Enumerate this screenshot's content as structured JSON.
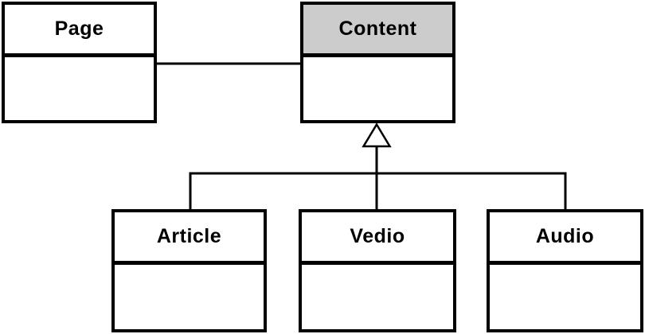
{
  "diagram": {
    "type": "uml-class-diagram",
    "classes": [
      {
        "id": "page",
        "label": "Page",
        "header_bg": "#ffffff",
        "attributes": [],
        "methods": []
      },
      {
        "id": "content",
        "label": "Content",
        "header_bg": "#cccccc",
        "attributes": [],
        "methods": []
      },
      {
        "id": "article",
        "label": "Article",
        "header_bg": "#ffffff",
        "attributes": [],
        "methods": []
      },
      {
        "id": "vedio",
        "label": "Vedio",
        "header_bg": "#ffffff",
        "attributes": [],
        "methods": []
      },
      {
        "id": "audio",
        "label": "Audio",
        "header_bg": "#ffffff",
        "attributes": [],
        "methods": []
      }
    ],
    "relationships": [
      {
        "type": "association",
        "from": "Page",
        "to": "Content"
      },
      {
        "type": "inheritance",
        "parent": "Content",
        "children": [
          "Article",
          "Vedio",
          "Audio"
        ]
      }
    ],
    "colors": {
      "line": "#000000",
      "border": "#000000",
      "highlight_header": "#cccccc",
      "background": "#ffffff"
    }
  }
}
